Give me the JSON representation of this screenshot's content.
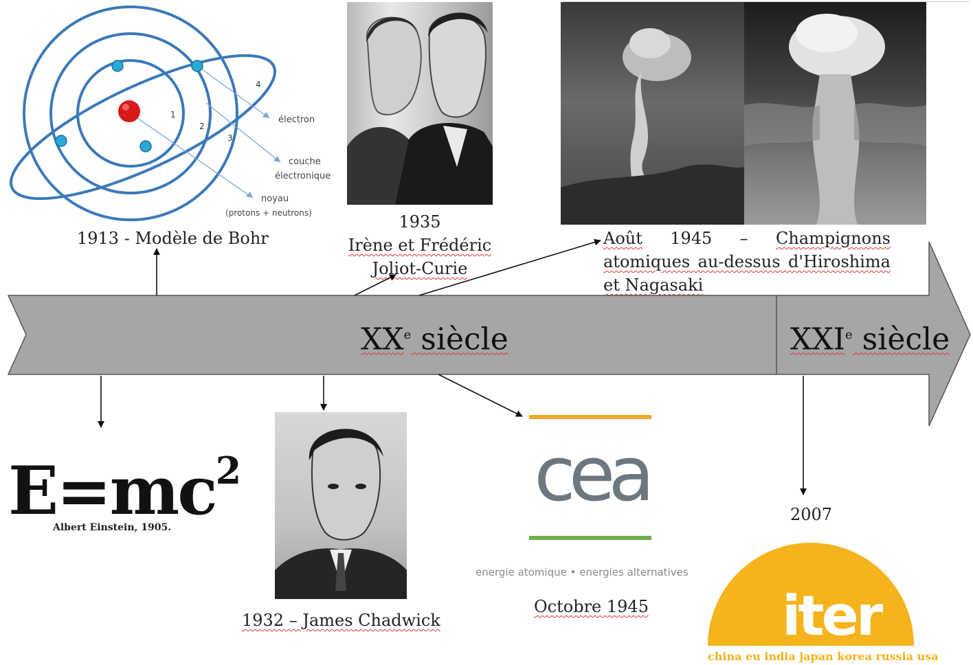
{
  "bohr": {
    "caption": "1913 - Modèle de Bohr",
    "label_electron": "électron",
    "label_couche_1": "couche",
    "label_couche_2": "électronique",
    "label_noyau_1": "noyau",
    "label_noyau_2": "(protons + neutrons)",
    "n1": "1",
    "n2": "2",
    "n3": "3",
    "n4": "4"
  },
  "joliot": {
    "year": "1935",
    "line1": "Irène et Frédéric",
    "line2": "Joliot-Curie"
  },
  "bombs": {
    "line1_a": "Août",
    "line1_b": "1945",
    "line1_c": "–",
    "line1_d": "Champignons",
    "line2": "atomiques au-dessus d'Hiroshima",
    "line3": "et Nagasaki"
  },
  "timeline": {
    "xx": "XX",
    "xx_sup": "e",
    "xx_rest": " siècle",
    "xxi": "XXI",
    "xxi_sup": "e",
    "xxi_rest": " siècle"
  },
  "einstein": {
    "formula": "E=mc",
    "exponent": "2",
    "caption": "Albert Einstein, 1905."
  },
  "chadwick": {
    "caption": "1932 – James Chadwick"
  },
  "cea": {
    "logo": "cea",
    "tagline": "energie atomique • energies alternatives",
    "caption": "Octobre 1945"
  },
  "iter": {
    "year": "2007",
    "logo": "iter",
    "members": "china eu india japan korea russia usa"
  },
  "colors": {
    "arrow_fill": "#a6a6a6",
    "bohr_blue": "#3a79b8",
    "cea_orange": "#f0a830",
    "cea_green": "#6ab04c",
    "iter_yellow": "#f5b31c"
  }
}
